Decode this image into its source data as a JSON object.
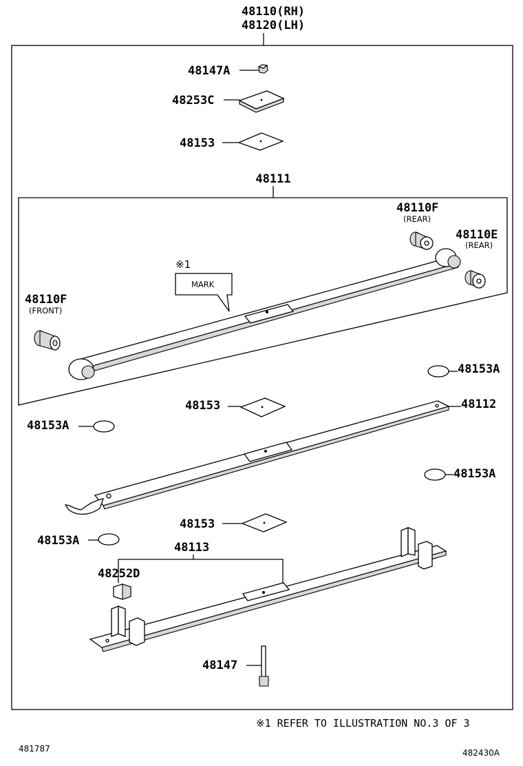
{
  "assembly": {
    "label_rh": "48110(RH)",
    "label_lh": "48120(LH)"
  },
  "parts": {
    "nut": "48147A",
    "pad_top": "48253C",
    "insulator_top": "48153",
    "leaf_no1_assy": "48111",
    "bushing_front": "48110F",
    "bushing_front_note": "(FRONT)",
    "bushing_rear_1": "48110F",
    "bushing_rear_1_note": "(REAR)",
    "bushing_rear_2": "48110E",
    "bushing_rear_2_note": "(REAR)",
    "mark_ref": "※1",
    "mark_text": "MARK",
    "disc_right_1": "48153A",
    "insulator_mid": "48153",
    "leaf_no2": "48112",
    "disc_left_1": "48153A",
    "disc_right_2": "48153A",
    "insulator_low": "48153",
    "disc_left_2": "48153A",
    "leaf_no3": "48113",
    "clip": "48252D",
    "center_bolt": "48147"
  },
  "footnote": "※1 REFER TO ILLUSTRATION NO.3 OF 3",
  "code_left": "481787",
  "code_right": "482430A"
}
